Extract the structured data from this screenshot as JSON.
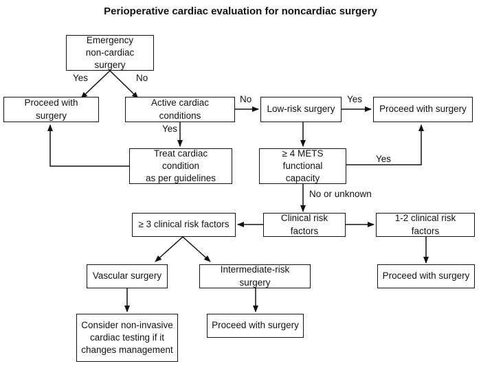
{
  "title": "Perioperative cardiac evaluation for noncardiac surgery",
  "nodes": {
    "emergency": "Emergency\nnon-cardiac surgery",
    "proceed_left": "Proceed with surgery",
    "active_conditions": "Active cardiac conditions",
    "treat_condition": "Treat cardiac condition\nas per guidelines",
    "low_risk": "Low-risk surgery",
    "proceed_right": "Proceed with surgery",
    "mets": "≥ 4 METS functional\ncapacity",
    "clinical_risk": "Clinical risk factors",
    "three_factors": "≥ 3 clinical risk factors",
    "one_two_factors": "1-2 clinical risk factors",
    "vascular": "Vascular surgery",
    "intermediate": "Intermediate-risk surgery",
    "noninvasive": "Consider non-invasive\ncardiac testing if it\nchanges management",
    "proceed_intermediate": "Proceed with surgery",
    "proceed_one_two": "Proceed with surgery"
  },
  "edge_labels": {
    "emergency_yes": "Yes",
    "emergency_no": "No",
    "active_no": "No",
    "active_yes": "Yes",
    "low_risk_yes": "Yes",
    "mets_yes": "Yes",
    "mets_no": "No or unknown"
  }
}
